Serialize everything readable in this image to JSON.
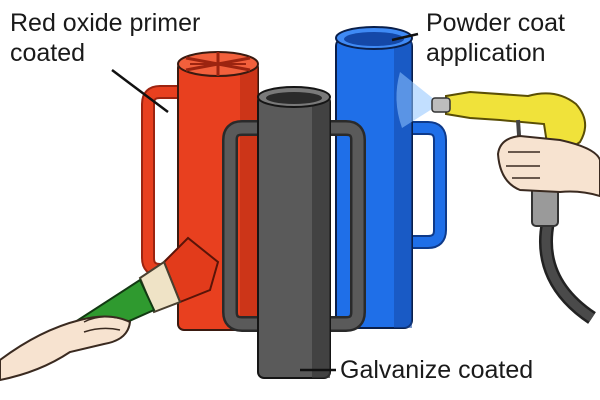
{
  "labels": {
    "red_oxide": {
      "line1": "Red oxide primer",
      "line2": "coated"
    },
    "powder": {
      "line1": "Powder coat",
      "line2": "application"
    },
    "galvanize": {
      "line1": "Galvanize coated"
    }
  },
  "colors": {
    "red_driver": "#e8401f",
    "red_shadow": "#b52b12",
    "blue_driver": "#1f6fe8",
    "blue_shadow": "#1448a8",
    "galvanized": "#5a5a5a",
    "galvanized_shadow": "#383838",
    "spray_gun": "#f0e23a",
    "brush_handle": "#2f9a2f",
    "brush_bristles": "#e23b1b",
    "skin": "#f7e3d0",
    "hose": "#4a4a4a"
  },
  "icons": [
    "paintbrush-icon",
    "spray-gun-icon",
    "hand-icon"
  ]
}
